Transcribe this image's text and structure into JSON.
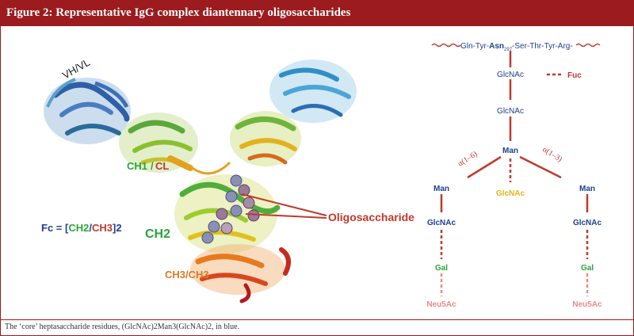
{
  "title": "Figure 2: Representative IgG complex diantennary oligosaccharides",
  "caption": "The ‘core’ heptasaccharide residues, (GlcNAc)2Man3(GlcNAc)2, in blue.",
  "colors": {
    "header_bg": "#9b1b1e",
    "core_blue": "#1f3f8f",
    "gal_green": "#2aa53a",
    "glcnac_yellow": "#e6b21c",
    "neu5ac_pink": "#e98a8a",
    "link_red": "#c0392b"
  },
  "structure": {
    "labels": {
      "vhvl": "VH/VL",
      "ch1": "CH1",
      "slash": "/",
      "cl": "CL",
      "ch2": "CH2",
      "ch3": "CH3/CH3",
      "oligo": "Oligosaccharide"
    },
    "fc_formula": {
      "prefix": "Fc = [",
      "ch2": "CH2",
      "slash": "/",
      "ch3": "CH3",
      "suffix": "]2"
    }
  },
  "glycan": {
    "peptide": {
      "pre": "Gln-Tyr-",
      "asn": "Asn",
      "sub": "297",
      "post": "-Ser-Thr-Tyr-Arg-"
    },
    "glcnac_1": "GlcNAc",
    "fuc": "Fuc",
    "glcnac_2": "GlcNAc",
    "man_core": "Man",
    "link_left": "α(1–6)",
    "link_right": "α(1–3)",
    "glcnac_bisect": "GlcNAc",
    "man_left": "Man",
    "man_right": "Man",
    "glcnac_left": "GlcNAc",
    "glcnac_right": "GlcNAc",
    "gal_left": "Gal",
    "gal_right": "Gal",
    "neu5ac_left": "Neu5Ac",
    "neu5ac_right": "Neu5Ac"
  }
}
